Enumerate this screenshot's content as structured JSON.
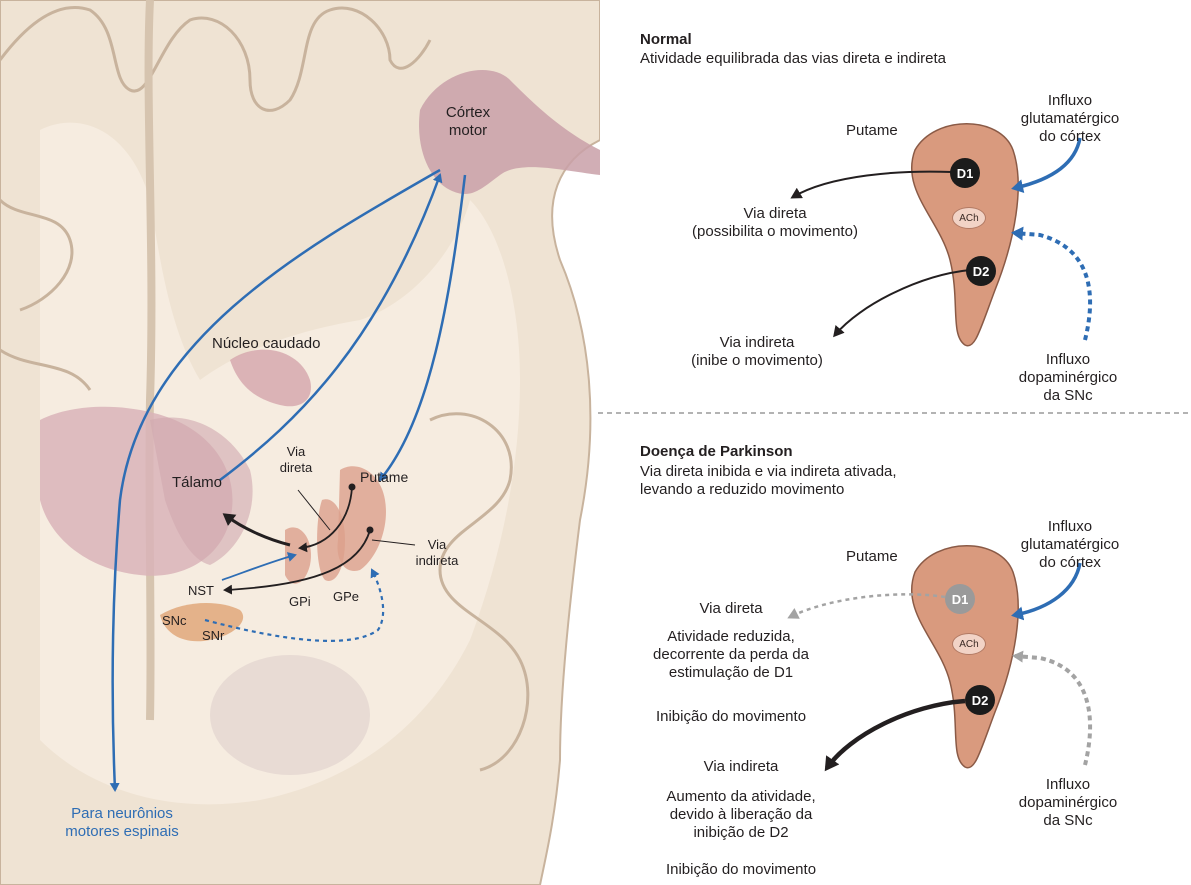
{
  "colors": {
    "blue_pathway": "#2e6db4",
    "putamen_fill": "#d99a7e",
    "d_node_dark": "#1b1b1b",
    "d_node_gray": "#9a9a9a",
    "gray_dashed": "#a3a3a3",
    "brain_tissue": "#efe3d3",
    "white_matter": "#f6ece0",
    "cortex_pink": "#c9a0a8",
    "divider": "#9a9a9a"
  },
  "brain": {
    "cortex_motor": "Córtex\nmotor",
    "nucleo_caudado": "Núcleo caudado",
    "talamo": "Tálamo",
    "via_direta": "Via\ndireta",
    "putame": "Putame",
    "via_indireta": "Via\nindireta",
    "nst": "NST",
    "snc": "SNc",
    "snr": "SNr",
    "gpi": "GPi",
    "gpe": "GPe",
    "spinal_output": "Para neurônios\nmotores espinais"
  },
  "normal": {
    "title": "Normal",
    "subtitle": "Atividade equilibrada das vias direta e indireta",
    "putame": "Putame",
    "d1": "D1",
    "d2": "D2",
    "ach": "ACh",
    "glut_input": "Influxo glutamatérgico\ndo córtex",
    "dopa_input": "Influxo dopaminérgico\nda SNc",
    "via_direta": "Via direta\n(possibilita o movimento)",
    "via_indireta": "Via indireta\n(inibe o movimento)"
  },
  "parkinson": {
    "title": "Doença de Parkinson",
    "subtitle": "Via direta inibida e via indireta ativada,\nlevando a reduzido movimento",
    "putame": "Putame",
    "d1": "D1",
    "d2": "D2",
    "ach": "ACh",
    "glut_input": "Influxo glutamatérgico\ndo córtex",
    "dopa_input": "Influxo dopaminérgico\nda SNc",
    "via_direta_title": "Via direta",
    "via_direta_desc": "Atividade reduzida,\ndecorrente da perda da\nestimulação de D1",
    "via_direta_effect": "Inibição do movimento",
    "via_indireta_title": "Via indireta",
    "via_indireta_desc": "Aumento da atividade,\ndevido à liberação da\ninibição de D2",
    "via_indireta_effect": "Inibição do movimento"
  }
}
